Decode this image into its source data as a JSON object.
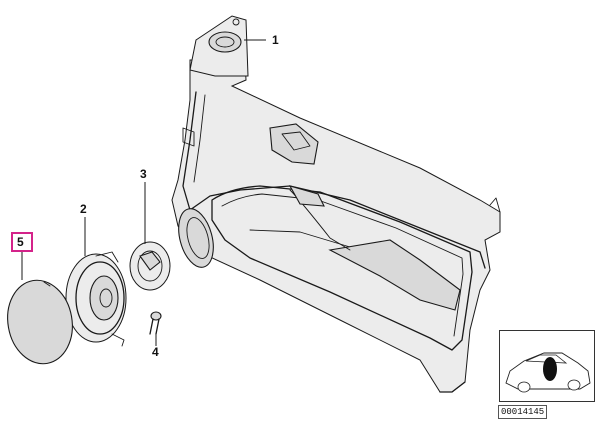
{
  "callouts": {
    "part_1": "1",
    "part_2": "2",
    "part_3": "3",
    "part_4": "4",
    "part_5": "5"
  },
  "highlight_color": "#d4238a",
  "reference_code": "00014145"
}
